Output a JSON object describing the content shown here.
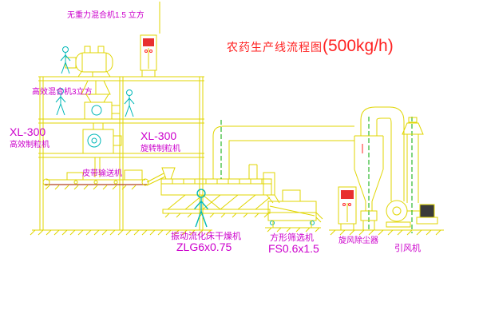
{
  "title": {
    "prefix": "农药生产线流程图",
    "capacity": "(500kg/h)"
  },
  "labels": {
    "top_mixer": "无重力混合机1.5 立方",
    "mid_mixer": "高效混合机3立方",
    "left_granulator_model": "XL-300",
    "left_granulator_name": "高效制粒机",
    "center_granulator_model": "XL-300",
    "center_granulator_name": "旋转制粒机",
    "belt_conveyor": "皮带输送机",
    "dryer_name": "振动流化床干燥机",
    "dryer_model": "ZLG6x0.75",
    "sieve_name": "方形筛选机",
    "sieve_model": "FS0.6x1.5",
    "cyclone": "旋风除尘器",
    "fan": "引风机"
  },
  "colors": {
    "line_yellow": "#e0d600",
    "line_cyan": "#00b8b8",
    "label_magenta": "#cc00cc",
    "title_red": "#ff2222",
    "centerline_green": "#00a800",
    "conveyor_red": "#b04020",
    "background": "#ffffff"
  }
}
